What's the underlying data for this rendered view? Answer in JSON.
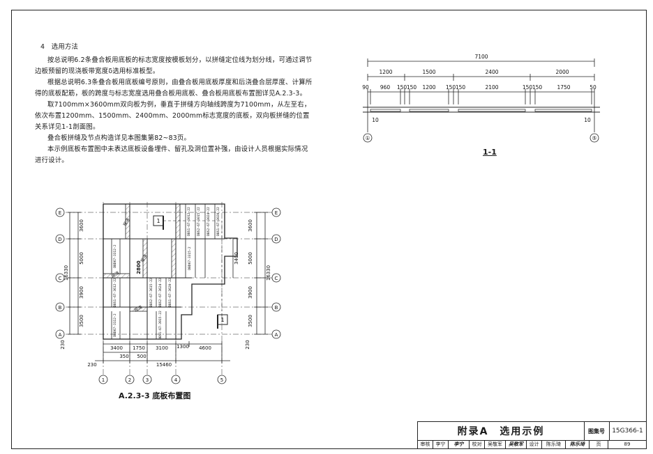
{
  "text": {
    "heading": "4　选用方法",
    "paragraphs": [
      "按总说明6.2条叠合板用底板的标志宽度按模板划分，以拼缝定位线为划分线，可通过调节边板预留的现浇板带宽度δ选用标准板型。",
      "根据总说明6.3条叠合板用底板编号原则，由叠合板用底板厚度和后浇叠合层厚度、计算所得的底板配筋，板的跨度与标志宽度选用叠合板用底板、叠合板用底板布置图详见A.2.3-3。",
      "取7100mm×3600mm双向板为例，垂直于拼缝方向轴线跨度为7100mm，从左至右，依次布置1200mm、1500mm、2400mm、2000mm标志宽度的底板，双向板拼缝的位置关系详见1-1剖面图。",
      "叠合板拼缝及节点构造详见本图集第82~83页。",
      "本示例底板布置图中未表达底板设备埋件、留孔及洞位置补强，由设计人员根据实际情况进行设计。"
    ]
  },
  "section": {
    "overall": "7100",
    "widths": [
      "1200",
      "1500",
      "2400",
      "2000"
    ],
    "detail": [
      "90",
      "960",
      "150",
      "150",
      "1200",
      "150",
      "150",
      "2100",
      "150",
      "150",
      "1750",
      "50"
    ],
    "end_left": "10",
    "end_right": "10",
    "axis_left": "①",
    "axis_right": "⑤",
    "caption": "1-1"
  },
  "plan": {
    "axes_rows": [
      "E",
      "D",
      "C",
      "B",
      "A"
    ],
    "axes_cols": [
      "1",
      "2",
      "3",
      "4",
      "5"
    ],
    "left_dims": [
      "3600",
      "5000",
      "3900",
      "3500"
    ],
    "left_total": "16330",
    "right_dims": [
      "3600",
      "5000",
      "3900",
      "3500"
    ],
    "right_total": "16330",
    "edge_dim": "230",
    "bottom_dims_1": [
      "3400",
      "1750",
      "3100",
      "1300",
      "4600"
    ],
    "bottom_dims_2": [
      "350",
      "500"
    ],
    "bottom_total": "15460",
    "bottom_edge": "230",
    "inner_dim_2800": "2800",
    "inner_dim_3400": "3400",
    "section_mark": "1",
    "hatch_label": "现浇",
    "panel_codes": [
      "DBS1-67-3012-22",
      "DBS2-67-3015-22",
      "DBS2-67-3024-22",
      "DBS1-67-3020-22",
      "DBD67-3312-2",
      "DBD67-3315-2",
      "DBS1-67-3612-22",
      "DBS2-67-3615-22",
      "DBS2-67-3624-22",
      "DBS1-67-3620-22",
      "DBD67-3112-2",
      "DBS1-67-3915-22"
    ],
    "caption": "A.2.3-3  底板布置图"
  },
  "title_block": {
    "title": "附录A　选用示例",
    "set_label": "图集号",
    "set_no": "15G366-1",
    "row": [
      "审核",
      "李宁",
      "李宁",
      "校对",
      "吴敬军",
      "吴敬军",
      "设计",
      "陈乐琦",
      "陈乐琦",
      "页",
      "89"
    ]
  }
}
